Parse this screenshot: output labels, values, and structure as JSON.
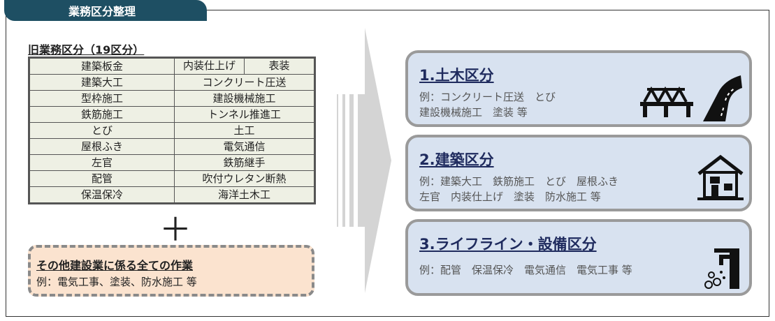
{
  "header": {
    "tab_label": "業務区分整理"
  },
  "old": {
    "title": "旧業務区分（19区分）",
    "rows": [
      {
        "left": "建築板金",
        "right_a": "内装仕上げ",
        "right_b": "表装"
      },
      {
        "left": "建築大工",
        "right": "コンクリート圧送"
      },
      {
        "left": "型枠施工",
        "right": "建設機械施工"
      },
      {
        "left": "鉄筋施工",
        "right": "トンネル推進工"
      },
      {
        "left": "とび",
        "right": "土工"
      },
      {
        "left": "屋根ふき",
        "right": "電気通信"
      },
      {
        "left": "左官",
        "right": "鉄筋継手"
      },
      {
        "left": "配管",
        "right": "吹付ウレタン断熱"
      },
      {
        "left": "保温保冷",
        "right": "海洋土木工"
      }
    ],
    "plus": "＋"
  },
  "other": {
    "title": "その他建設業に係る全ての作業",
    "example": "例：電気工事、塗装、防水施工 等"
  },
  "categories": [
    {
      "title": "1.土木区分",
      "line1": "例：コンクリート圧送　とび",
      "line2": "建設機械施工　塗装 等"
    },
    {
      "title": "2.建築区分",
      "line1": "例：建築大工　鉄筋施工　とび　屋根ふき",
      "line2": "左官　内装仕上げ　塗装　防水施工 等"
    },
    {
      "title": "3.ライフライン・設備区分",
      "line1": "例：配管　保温保冷　電気通信　電気工事 等"
    }
  ],
  "icons": [
    "bridge-icon",
    "road-icon",
    "house-icon",
    "faucet-icon"
  ],
  "colors": {
    "tab": "#1e4f63",
    "table_bg": "#eef0e4",
    "other_bg": "#fbe3cf",
    "category_bg": "#d8e2f0",
    "heading": "#1f2b5e"
  }
}
